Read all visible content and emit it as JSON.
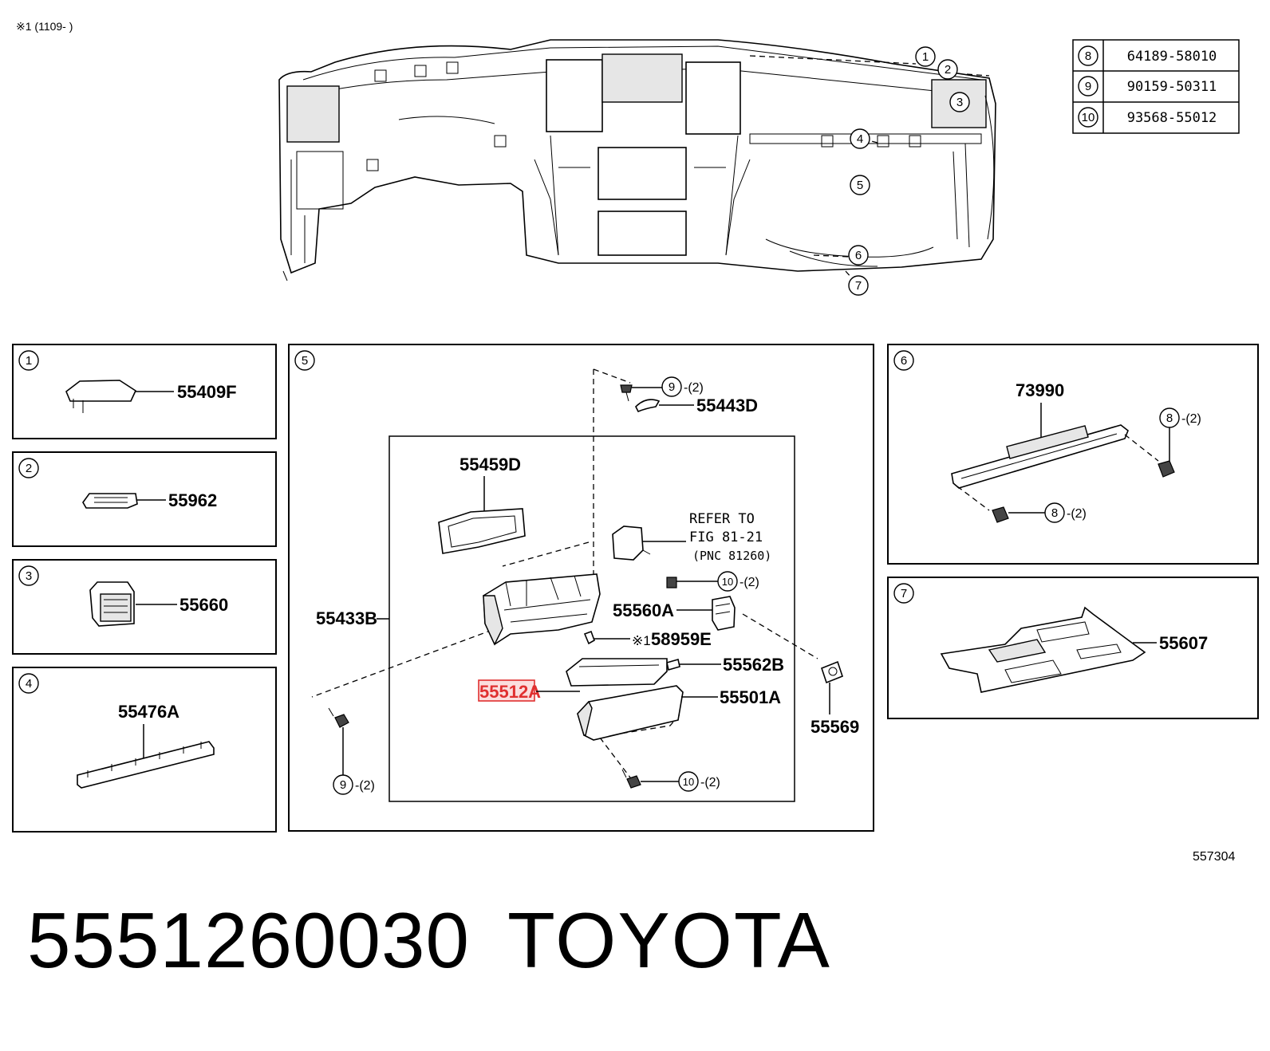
{
  "header_note": "※1 (1109-     )",
  "ref_table": [
    {
      "num": "8",
      "part": "64189-58010"
    },
    {
      "num": "9",
      "part": "90159-50311"
    },
    {
      "num": "10",
      "part": "93568-55012"
    }
  ],
  "overview_callouts": [
    "1",
    "2",
    "3",
    "4",
    "5",
    "6",
    "7"
  ],
  "panels": {
    "p1": {
      "num": "1",
      "part": "55409F"
    },
    "p2": {
      "num": "2",
      "part": "55962"
    },
    "p3": {
      "num": "3",
      "part": "55660"
    },
    "p4": {
      "num": "4",
      "part": "55476A"
    },
    "p5": {
      "num": "5",
      "parts": {
        "a": "55443D",
        "b": "55459D",
        "c": "55433B",
        "d": "55560A",
        "e": "58959E",
        "f": "55562B",
        "g": "55512A",
        "h": "55501A",
        "i": "55569"
      },
      "refer": [
        "REFER TO",
        "FIG 81-21",
        "(PNC 81260)"
      ],
      "note_mark": "※1",
      "callouts": {
        "top": {
          "num": "9",
          "qty": "-(2)"
        },
        "mid": {
          "num": "10",
          "qty": "-(2)"
        },
        "left": {
          "num": "9",
          "qty": "-(2)"
        },
        "bottom": {
          "num": "10",
          "qty": "-(2)"
        }
      }
    },
    "p6": {
      "num": "6",
      "part": "73990",
      "callouts": {
        "right": {
          "num": "8",
          "qty": "-(2)"
        },
        "bottom": {
          "num": "8",
          "qty": "-(2)"
        }
      }
    },
    "p7": {
      "num": "7",
      "part": "55607"
    }
  },
  "figure_code": "557304",
  "part_number": "5551260030",
  "brand": "TOYOTA",
  "highlight_color": "#e03030"
}
